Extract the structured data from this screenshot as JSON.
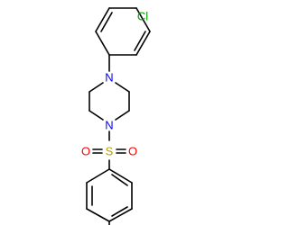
{
  "molecule": {
    "atoms": {
      "cl": {
        "label": "Cl",
        "color": "#00a000"
      },
      "n_top": {
        "label": "N",
        "color": "#0000ff"
      },
      "n_bottom": {
        "label": "N",
        "color": "#0000ff"
      },
      "s": {
        "label": "S",
        "color": "#b8a000"
      },
      "o_left": {
        "label": "O",
        "color": "#ff0000"
      },
      "o_right": {
        "label": "O",
        "color": "#ff0000"
      }
    },
    "bond_color": "#000000",
    "background_color": "#ffffff"
  }
}
